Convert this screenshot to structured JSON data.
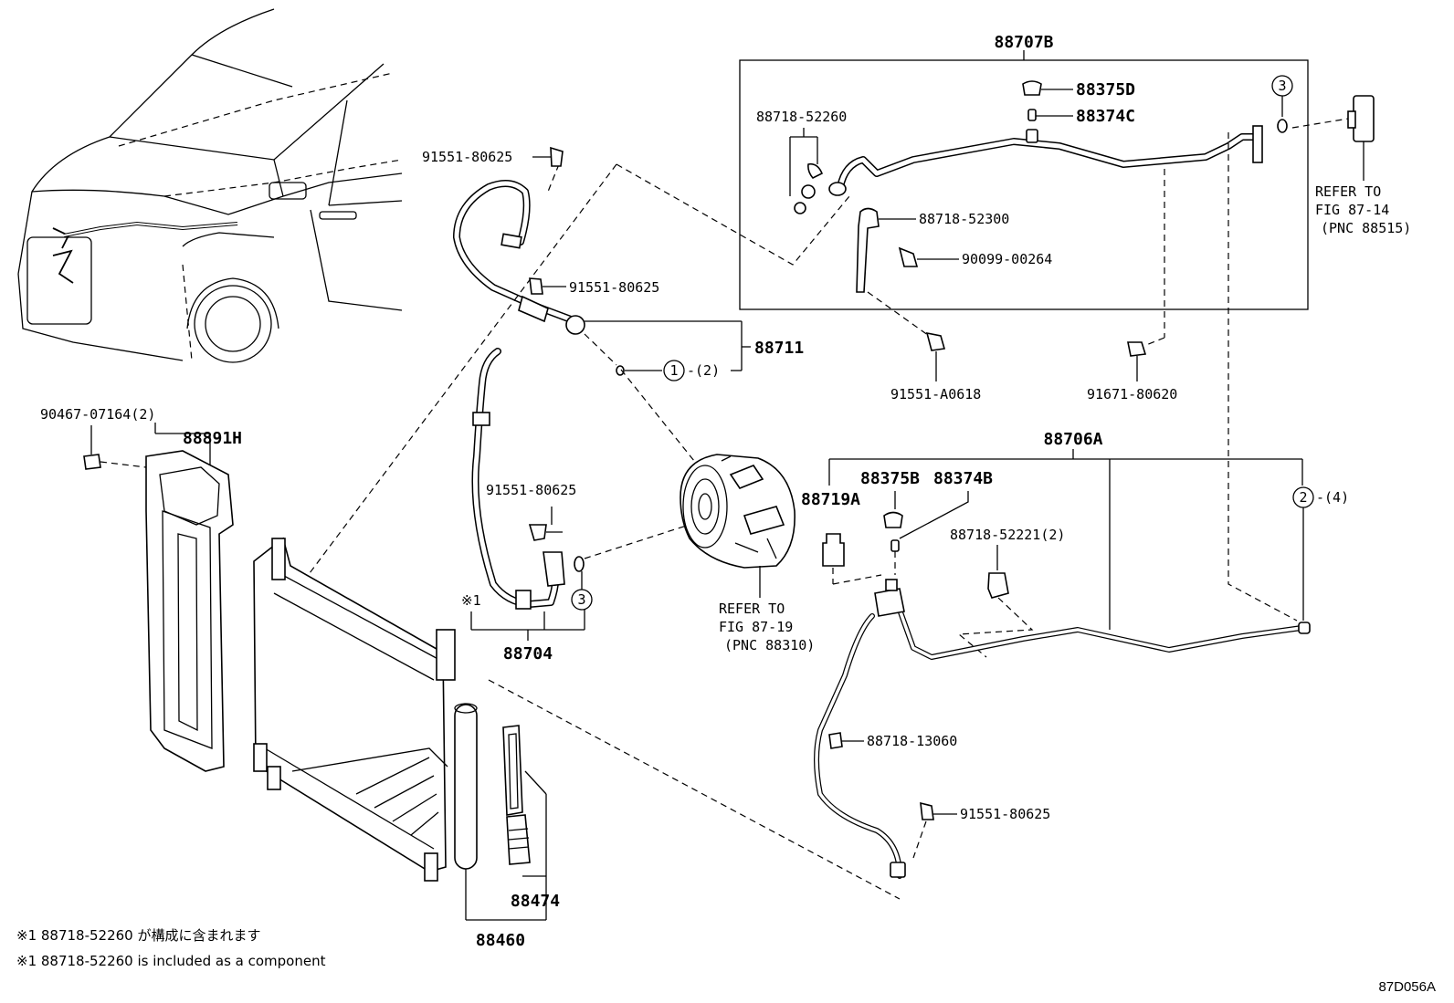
{
  "labels": {
    "p88707b": "88707B",
    "p88375d": "88375D",
    "p88374c": "88374C",
    "p88718_52260": "88718-52260",
    "p88718_52300": "88718-52300",
    "p90099_00264": "90099-00264",
    "p91551_a0618": "91551-A0618",
    "p91671_80620": "91671-80620",
    "p91551_80625_a": "91551-80625",
    "p91551_80625_b": "91551-80625",
    "p91551_80625_c": "91551-80625",
    "p91551_80625_d": "91551-80625",
    "p88711": "88711",
    "p88704": "88704",
    "p88706a": "88706A",
    "p88375b": "88375B",
    "p88374b": "88374B",
    "p88719a": "88719A",
    "p88718_52221": "88718-52221(2)",
    "p88718_13060": "88718-13060",
    "p90467_07164": "90467-07164(2)",
    "p88891h": "88891H",
    "p88474": "88474",
    "p88460": "88460",
    "ref1_line1": "REFER TO",
    "ref1_line2": "FIG 87-14",
    "ref1_line3": "(PNC 88515)",
    "ref2_line1": "REFER TO",
    "ref2_line2": "FIG 87-19",
    "ref2_line3": "(PNC 88310)",
    "circle1": "1",
    "circle1_qty": "-(2)",
    "circle2": "2",
    "circle2_qty": "-(4)",
    "circle3_a": "3",
    "circle3_b": "3",
    "mark1": "※1"
  },
  "notes": {
    "jp": "※1 88718-52260 が構成に含まれます",
    "en": "※1 88718-52260 is included as a component"
  },
  "figure_code": "87D056A"
}
